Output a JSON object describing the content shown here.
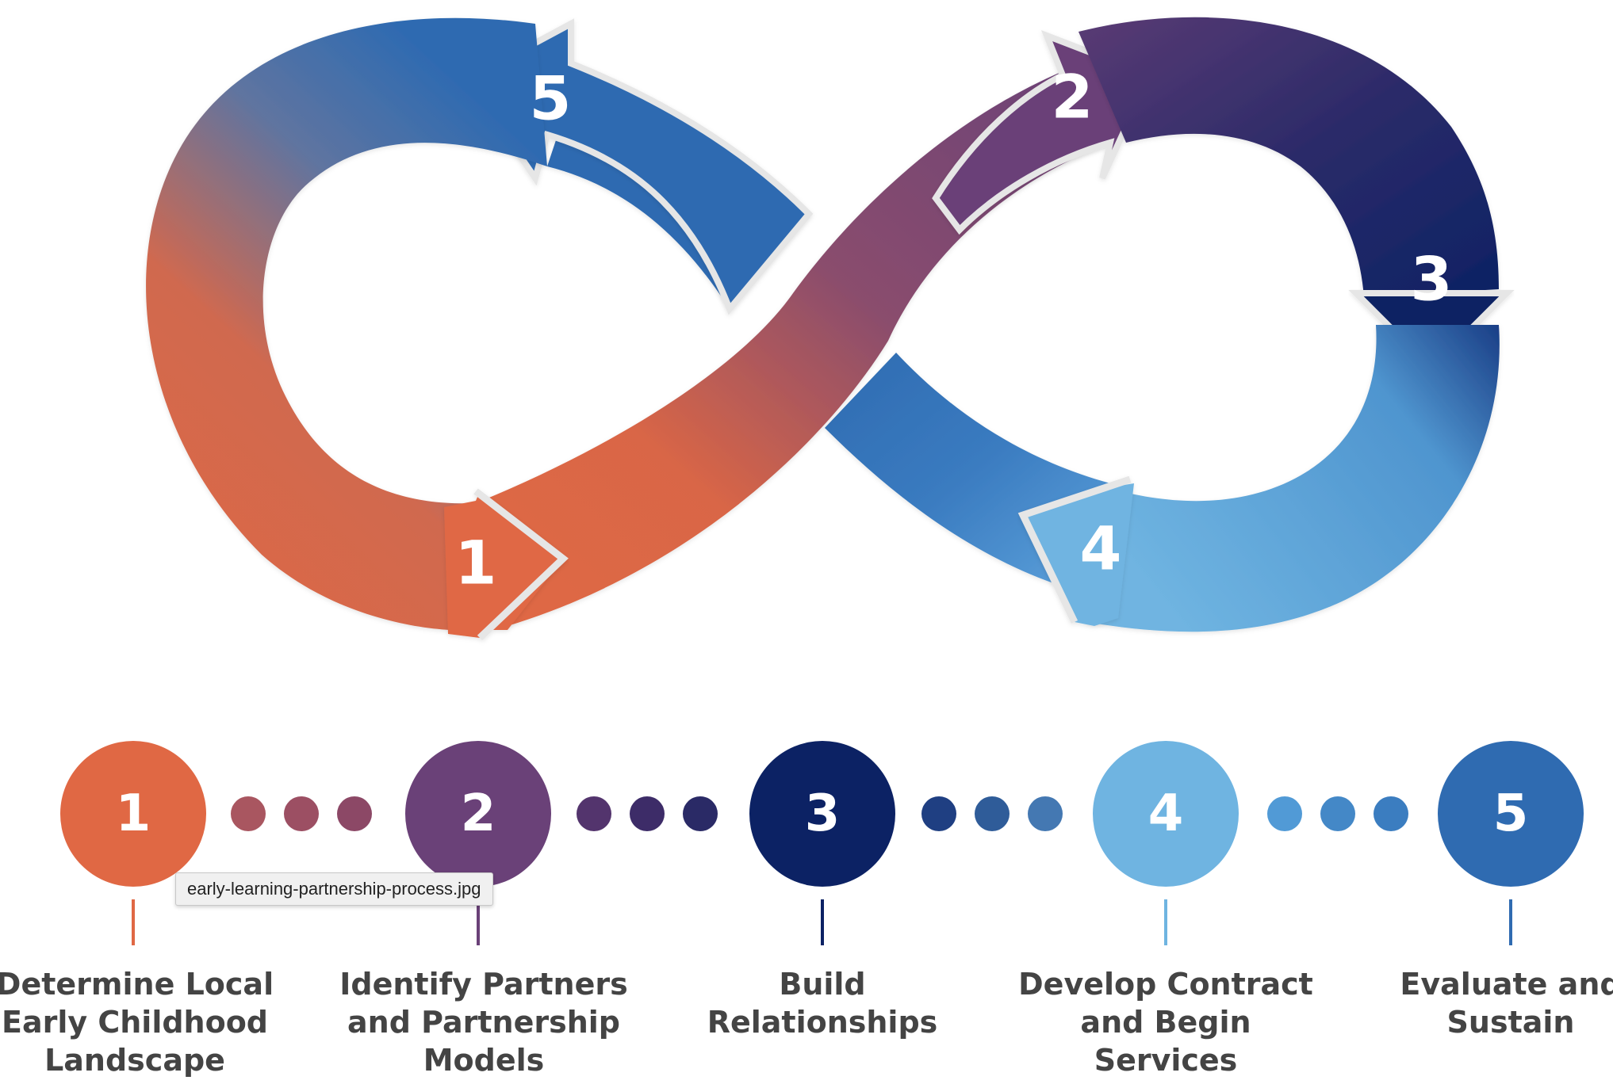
{
  "diagram": {
    "arrows": [
      {
        "number": "1",
        "color": "#e06844"
      },
      {
        "number": "2",
        "color": "#6a4178"
      },
      {
        "number": "3",
        "color": "#0c2264"
      },
      {
        "number": "4",
        "color": "#6fb4e1"
      },
      {
        "number": "5",
        "color": "#2f6bb1"
      }
    ],
    "outline_color": "#e6e6e6"
  },
  "steps": [
    {
      "number": "1",
      "label": "Determine Local\nEarly Childhood\nLandscape",
      "color": "#e06844"
    },
    {
      "number": "2",
      "label": "Identify Partners\nand Partnership\nModels",
      "color": "#6a4178"
    },
    {
      "number": "3",
      "label": "Build\nRelationships",
      "color": "#0c2264"
    },
    {
      "number": "4",
      "label": "Develop Contract\nand Begin Services",
      "color": "#6fb4e1"
    },
    {
      "number": "5",
      "label": "Evaluate and\nSustain",
      "color": "#2f6bb1"
    }
  ],
  "dot_groups": [
    {
      "colors": [
        "#a95660",
        "#9c4f63",
        "#8c4866"
      ]
    },
    {
      "colors": [
        "#53346d",
        "#3d2c68",
        "#2a2a66"
      ]
    },
    {
      "colors": [
        "#1f3f82",
        "#2f5c99",
        "#4478b2"
      ]
    },
    {
      "colors": [
        "#519ad6",
        "#4488c7",
        "#3b7dc0"
      ]
    }
  ],
  "tooltip": {
    "text": "early-learning-partnership-process.jpg"
  }
}
